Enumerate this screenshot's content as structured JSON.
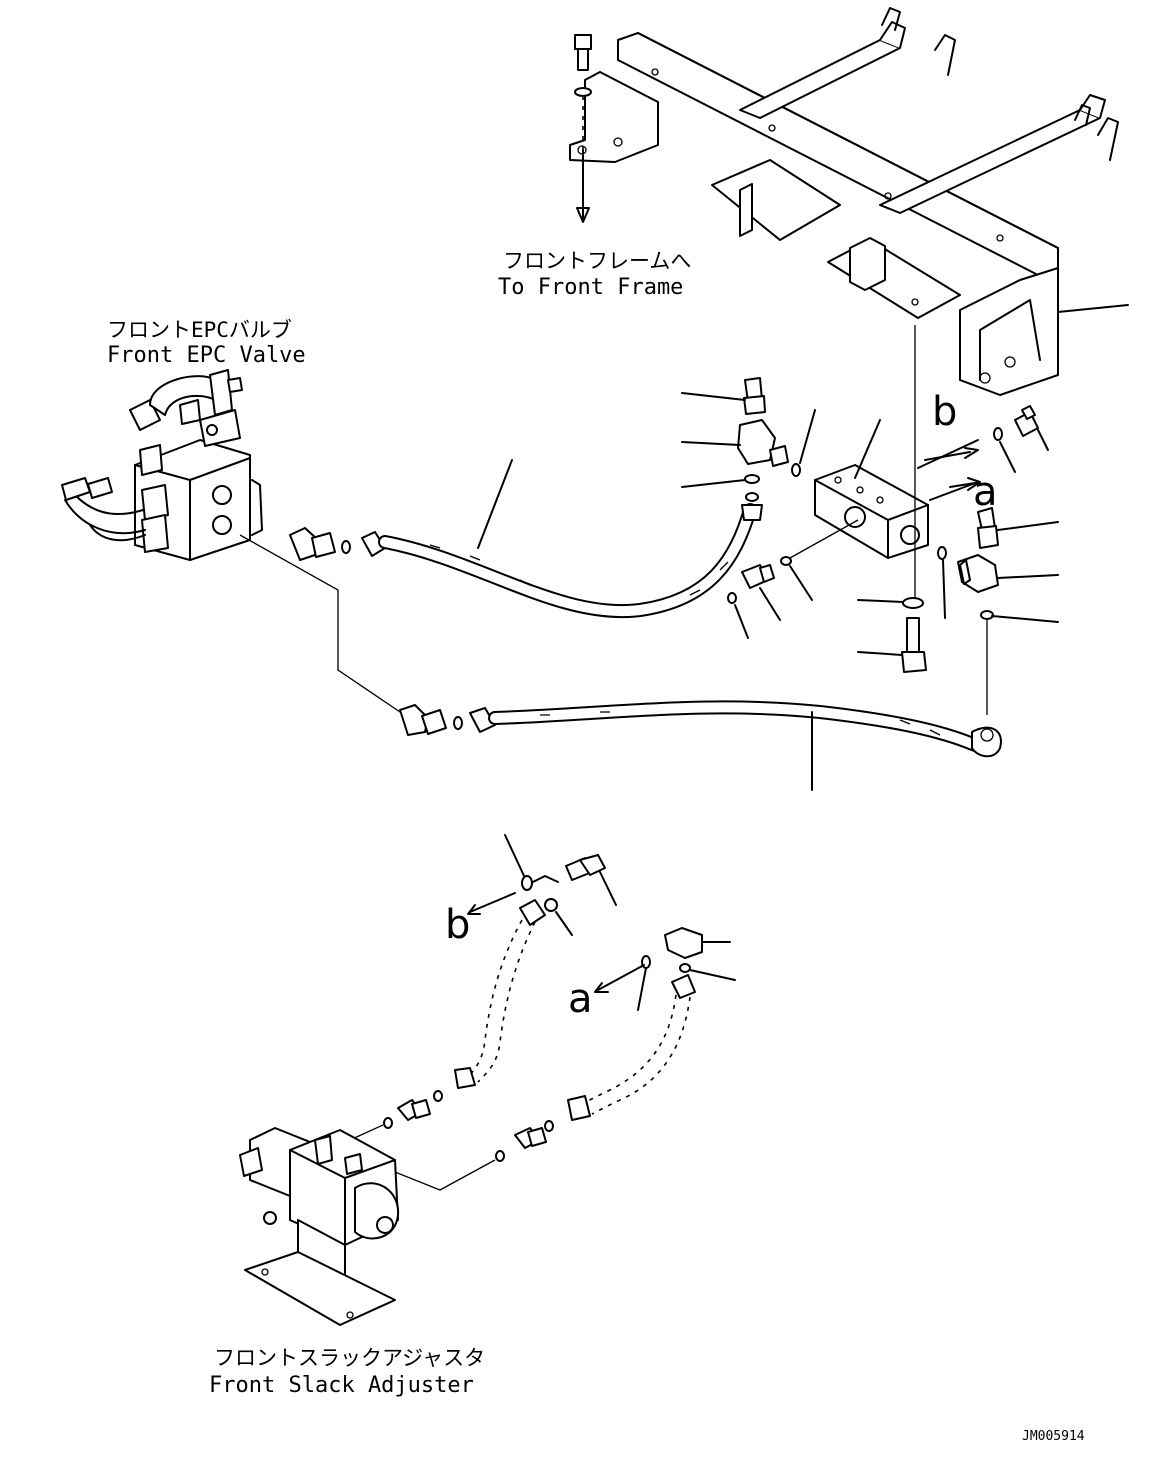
{
  "labels": {
    "front_frame_jp": "フロントフレームへ",
    "front_frame_en": "To Front Frame",
    "front_epc_valve_jp": "フロントEPCバルブ",
    "front_epc_valve_en": "Front EPC Valve",
    "front_slack_adjuster_jp": "フロントスラックアジャスタ",
    "front_slack_adjuster_en": "Front Slack Adjuster",
    "connection_a_upper": "a",
    "connection_b_upper": "b",
    "connection_a_lower": "a",
    "connection_b_lower": "b",
    "drawing_code": "JM005914"
  }
}
